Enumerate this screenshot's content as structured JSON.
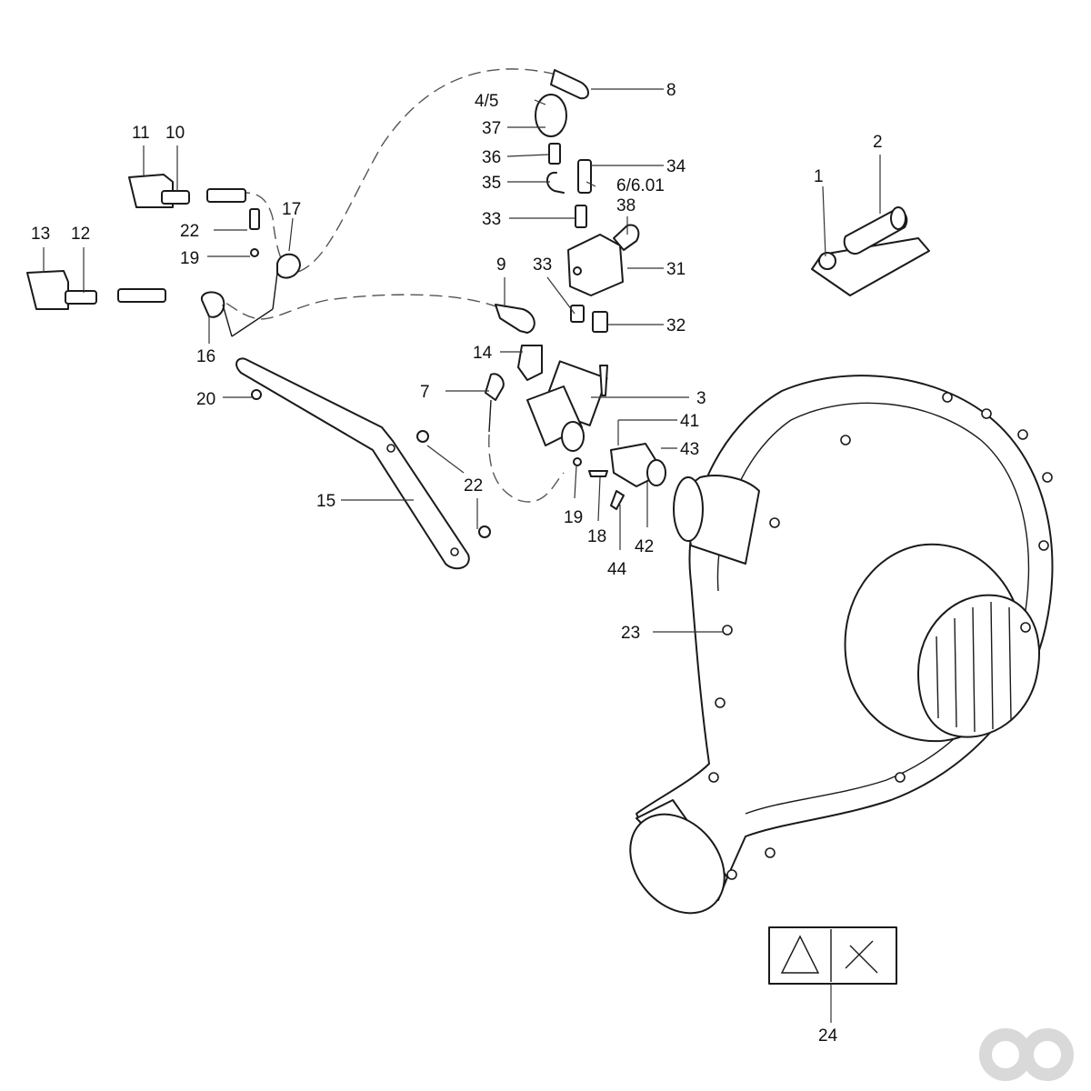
{
  "diagram": {
    "part_labels": {
      "l1": "1",
      "l2": "2",
      "l3": "3",
      "l4_5": "4/5",
      "l6": "6/6.01",
      "l7": "7",
      "l8": "8",
      "l9": "9",
      "l10": "10",
      "l11": "11",
      "l12": "12",
      "l13": "13",
      "l14": "14",
      "l15": "15",
      "l16": "16",
      "l17": "17",
      "l18": "18",
      "l19a": "19",
      "l19b": "19",
      "l20": "20",
      "l22a": "22",
      "l22b": "22",
      "l23": "23",
      "l24": "24",
      "l31": "31",
      "l32": "32",
      "l33a": "33",
      "l33b": "33",
      "l34": "34",
      "l35": "35",
      "l36": "36",
      "l37": "37",
      "l38": "38",
      "l41": "41",
      "l42": "42",
      "l43": "43",
      "l44": "44"
    }
  }
}
